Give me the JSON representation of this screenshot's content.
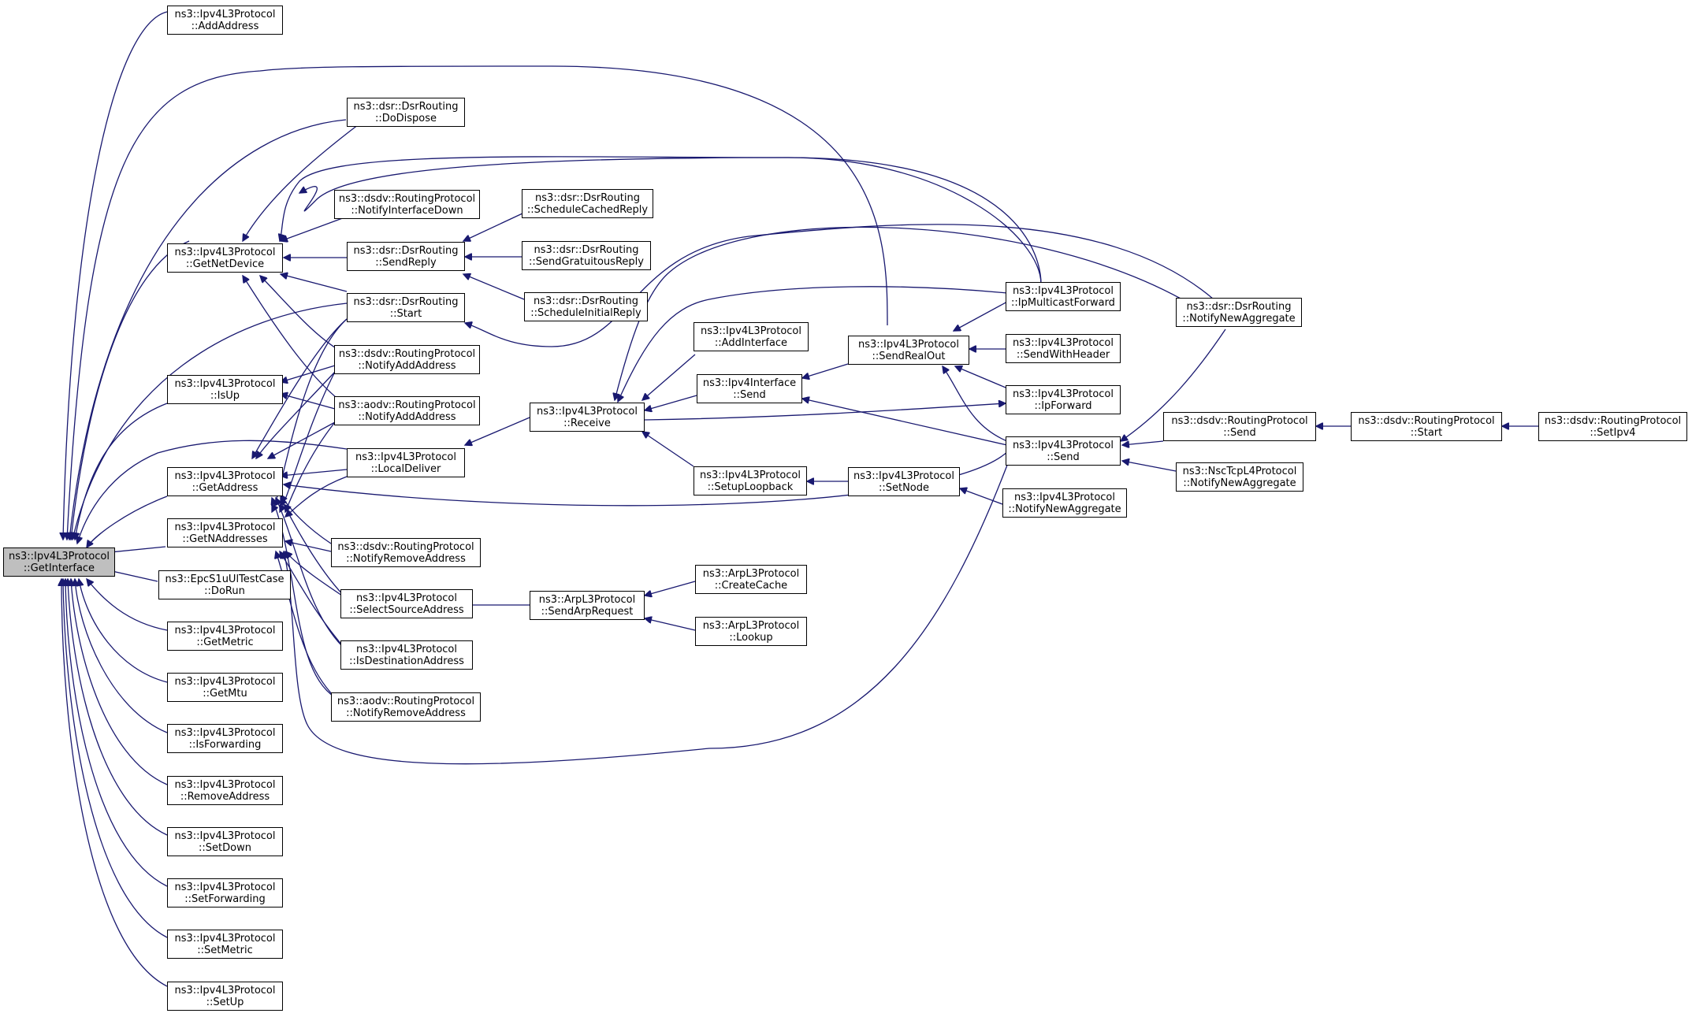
{
  "colors": {
    "edge": "#191970",
    "node_border": "#000000",
    "node_fill": "#ffffff",
    "root_fill": "#bfbfbf"
  },
  "nodes": [
    {
      "id": "root",
      "l1": "ns3::Ipv4L3Protocol",
      "l2": "::GetInterface",
      "root": true
    },
    {
      "id": "addAddress",
      "l1": "ns3::Ipv4L3Protocol",
      "l2": "::AddAddress"
    },
    {
      "id": "getNetDevice",
      "l1": "ns3::Ipv4L3Protocol",
      "l2": "::GetNetDevice"
    },
    {
      "id": "isUp",
      "l1": "ns3::Ipv4L3Protocol",
      "l2": "::IsUp"
    },
    {
      "id": "getAddress",
      "l1": "ns3::Ipv4L3Protocol",
      "l2": "::GetAddress"
    },
    {
      "id": "getNAddresses",
      "l1": "ns3::Ipv4L3Protocol",
      "l2": "::GetNAddresses"
    },
    {
      "id": "epcDoRun",
      "l1": "ns3::EpcS1uUlTestCase",
      "l2": "::DoRun"
    },
    {
      "id": "getMetric",
      "l1": "ns3::Ipv4L3Protocol",
      "l2": "::GetMetric"
    },
    {
      "id": "getMtu",
      "l1": "ns3::Ipv4L3Protocol",
      "l2": "::GetMtu"
    },
    {
      "id": "isForwarding",
      "l1": "ns3::Ipv4L3Protocol",
      "l2": "::IsForwarding"
    },
    {
      "id": "removeAddress",
      "l1": "ns3::Ipv4L3Protocol",
      "l2": "::RemoveAddress"
    },
    {
      "id": "setDown",
      "l1": "ns3::Ipv4L3Protocol",
      "l2": "::SetDown"
    },
    {
      "id": "setForwarding",
      "l1": "ns3::Ipv4L3Protocol",
      "l2": "::SetForwarding"
    },
    {
      "id": "setMetric",
      "l1": "ns3::Ipv4L3Protocol",
      "l2": "::SetMetric"
    },
    {
      "id": "setUp",
      "l1": "ns3::Ipv4L3Protocol",
      "l2": "::SetUp"
    },
    {
      "id": "dsrDoDispose",
      "l1": "ns3::dsr::DsrRouting",
      "l2": "::DoDispose"
    },
    {
      "id": "dsdvNotifyIfDown",
      "l1": "ns3::dsdv::RoutingProtocol",
      "l2": "::NotifyInterfaceDown"
    },
    {
      "id": "dsrSendReply",
      "l1": "ns3::dsr::DsrRouting",
      "l2": "::SendReply"
    },
    {
      "id": "dsrStart",
      "l1": "ns3::dsr::DsrRouting",
      "l2": "::Start"
    },
    {
      "id": "dsdvNotifyAdd",
      "l1": "ns3::dsdv::RoutingProtocol",
      "l2": "::NotifyAddAddress"
    },
    {
      "id": "aodvNotifyAdd",
      "l1": "ns3::aodv::RoutingProtocol",
      "l2": "::NotifyAddAddress"
    },
    {
      "id": "localDeliver",
      "l1": "ns3::Ipv4L3Protocol",
      "l2": "::LocalDeliver"
    },
    {
      "id": "dsdvNotifyRemove",
      "l1": "ns3::dsdv::RoutingProtocol",
      "l2": "::NotifyRemoveAddress"
    },
    {
      "id": "selectSource",
      "l1": "ns3::Ipv4L3Protocol",
      "l2": "::SelectSourceAddress"
    },
    {
      "id": "isDestination",
      "l1": "ns3::Ipv4L3Protocol",
      "l2": "::IsDestinationAddress"
    },
    {
      "id": "aodvNotifyRemove",
      "l1": "ns3::aodv::RoutingProtocol",
      "l2": "::NotifyRemoveAddress"
    },
    {
      "id": "scheduleCached",
      "l1": "ns3::dsr::DsrRouting",
      "l2": "::ScheduleCachedReply"
    },
    {
      "id": "sendGratuitous",
      "l1": "ns3::dsr::DsrRouting",
      "l2": "::SendGratuitousReply"
    },
    {
      "id": "scheduleInitial",
      "l1": "ns3::dsr::DsrRouting",
      "l2": "::ScheduleInitialReply"
    },
    {
      "id": "receive",
      "l1": "ns3::Ipv4L3Protocol",
      "l2": "::Receive"
    },
    {
      "id": "sendArp",
      "l1": "ns3::ArpL3Protocol",
      "l2": "::SendArpRequest"
    },
    {
      "id": "addInterface",
      "l1": "ns3::Ipv4L3Protocol",
      "l2": "::AddInterface"
    },
    {
      "id": "ifaceSend",
      "l1": "ns3::Ipv4Interface",
      "l2": "::Send"
    },
    {
      "id": "setupLoopback",
      "l1": "ns3::Ipv4L3Protocol",
      "l2": "::SetupLoopback"
    },
    {
      "id": "createCache",
      "l1": "ns3::ArpL3Protocol",
      "l2": "::CreateCache"
    },
    {
      "id": "lookup",
      "l1": "ns3::ArpL3Protocol",
      "l2": "::Lookup"
    },
    {
      "id": "sendRealOut",
      "l1": "ns3::Ipv4L3Protocol",
      "l2": "::SendRealOut"
    },
    {
      "id": "setNode",
      "l1": "ns3::Ipv4L3Protocol",
      "l2": "::SetNode"
    },
    {
      "id": "ipMulticastForward",
      "l1": "ns3::Ipv4L3Protocol",
      "l2": "::IpMulticastForward"
    },
    {
      "id": "sendWithHeader",
      "l1": "ns3::Ipv4L3Protocol",
      "l2": "::SendWithHeader"
    },
    {
      "id": "ipForward",
      "l1": "ns3::Ipv4L3Protocol",
      "l2": "::IpForward"
    },
    {
      "id": "l3Send",
      "l1": "ns3::Ipv4L3Protocol",
      "l2": "::Send"
    },
    {
      "id": "notifyNewAggIpv4",
      "l1": "ns3::Ipv4L3Protocol",
      "l2": "::NotifyNewAggregate"
    },
    {
      "id": "dsrNotifyNewAgg",
      "l1": "ns3::dsr::DsrRouting",
      "l2": "::NotifyNewAggregate"
    },
    {
      "id": "dsdvSend",
      "l1": "ns3::dsdv::RoutingProtocol",
      "l2": "::Send"
    },
    {
      "id": "nscNotifyNewAgg",
      "l1": "ns3::NscTcpL4Protocol",
      "l2": "::NotifyNewAggregate"
    },
    {
      "id": "dsdvStart",
      "l1": "ns3::dsdv::RoutingProtocol",
      "l2": "::Start"
    },
    {
      "id": "dsdvSetIpv4",
      "l1": "ns3::dsdv::RoutingProtocol",
      "l2": "::SetIpv4"
    }
  ]
}
